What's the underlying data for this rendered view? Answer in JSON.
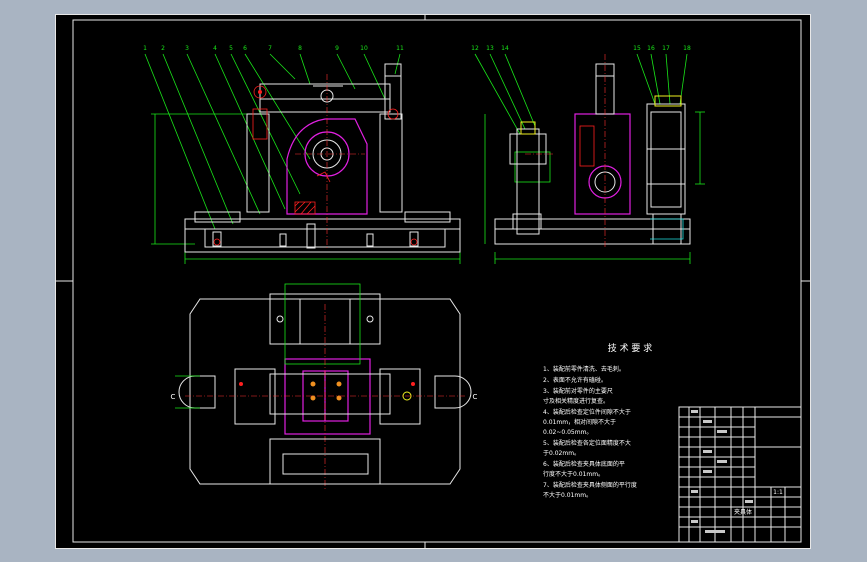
{
  "drawing": {
    "balloons_front": [
      "1",
      "2",
      "3",
      "4",
      "5",
      "6",
      "7",
      "8",
      "9",
      "10",
      "11"
    ],
    "balloons_side": [
      "12",
      "13",
      "14",
      "15",
      "16",
      "17",
      "18"
    ],
    "section_mark": "C",
    "tech_requirements": {
      "title": "技 术 要 求",
      "lines": [
        "1、装配前零件清洗、去毛刺。",
        "2、表面不允许有磕碰。",
        "3、装配前对零件的主要尺",
        "寸及相关精度进行复查。",
        "4、装配后检查定位件间隙不大于",
        "0.01mm，相对间隙不大于",
        "0.02~0.05mm。",
        "5、装配后检查各定位面精度不大",
        "于0.02mm。",
        "6、装配后检查夹具体底面的平",
        "行度不大于0.01mm。",
        "7、装配后检查夹具体侧面的平行度",
        "不大于0.01mm。"
      ]
    },
    "title_block": {
      "name_cell": "夹具体",
      "scale_cell": "1:1"
    }
  },
  "colors": {
    "frame": "#e8e8e8",
    "dimension": "#19e619",
    "part_highlight": "#e020e0",
    "centerline": "#ff3030",
    "background": "#000000",
    "workspace": "#a9b4c2"
  }
}
